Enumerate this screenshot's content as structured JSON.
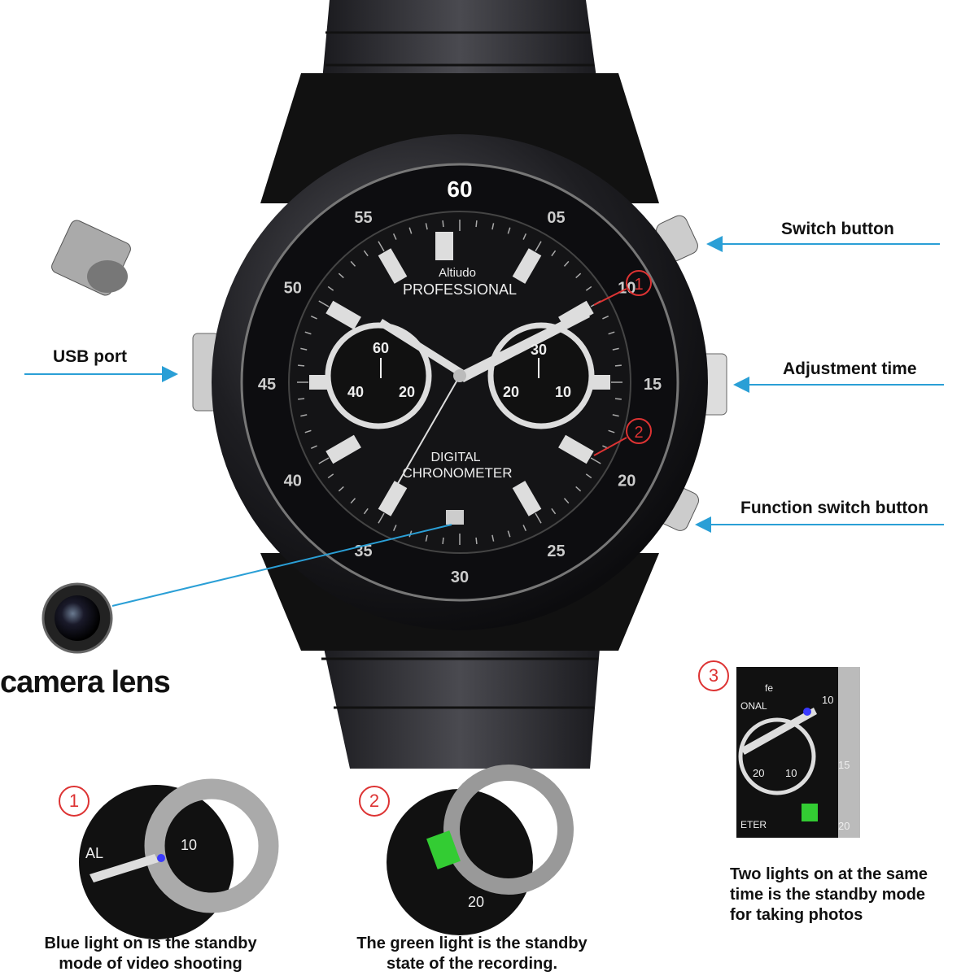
{
  "watch": {
    "brand_line1": "Altiudo",
    "brand_line2": "PROFESSIONAL",
    "model_line1": "DIGITAL",
    "model_line2": "CHRONOMETER",
    "bezel_numbers": [
      "60",
      "05",
      "10",
      "15",
      "20",
      "25",
      "30",
      "35",
      "40",
      "45",
      "50",
      "55"
    ],
    "left_subdial": [
      "60",
      "40",
      "20"
    ],
    "right_subdial": [
      "30",
      "20",
      "10"
    ]
  },
  "callouts": {
    "switch_button": "Switch button",
    "usb_port": "USB port",
    "adjustment_time": "Adjustment time",
    "function_switch_button": "Function switch button",
    "camera_lens": "camera lens",
    "marker1": "1",
    "marker2": "2"
  },
  "insets": [
    {
      "number": "1",
      "caption_line1": "Blue light on is the standby",
      "caption_line2": "mode of video shooting",
      "light_color": "#3a3aff"
    },
    {
      "number": "2",
      "caption_line1": "The green light is the standby",
      "caption_line2": "state of the recording.",
      "light_color": "#33cc33"
    },
    {
      "number": "3",
      "caption_line1": "Two lights on at the same",
      "caption_line2": "time is the standby mode",
      "caption_line3": "for taking photos"
    }
  ],
  "inset_texts": {
    "i1_al": "AL",
    "i1_10": "10",
    "i2_20": "20",
    "i3_fe": "fe",
    "i3_onal": "ONAL",
    "i3_10": "10",
    "i3_15": "15",
    "i3_20a": "20",
    "i3_10b": "10",
    "i3_eter": "ETER",
    "i3_20": "20"
  },
  "colors": {
    "arrow": "#2a9fd6",
    "marker": "#d33333"
  }
}
